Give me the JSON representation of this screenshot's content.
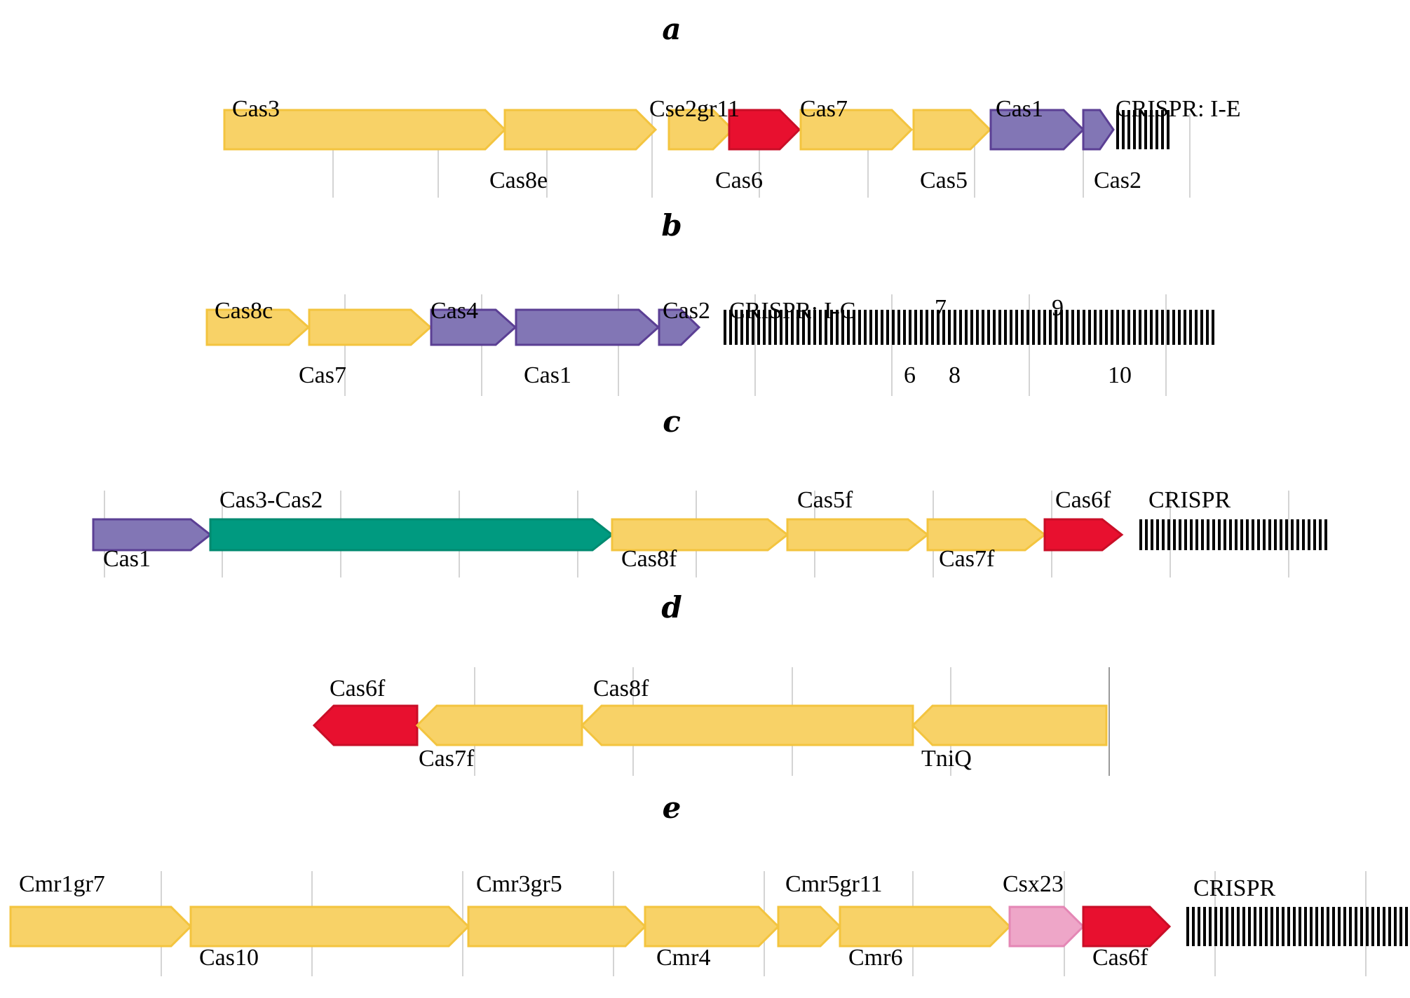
{
  "colors": {
    "yellow_fill": "#f8d267",
    "yellow_stroke": "#f3c43f",
    "purple_fill": "#8276b5",
    "purple_stroke": "#5b3f94",
    "red_fill": "#e8102f",
    "red_stroke": "#c90e27",
    "green_fill": "#009a80",
    "green_stroke": "#008a70",
    "pink_fill": "#eea6c8",
    "pink_stroke": "#e487b5",
    "crispr_bar": "#000000"
  },
  "panels": [
    {
      "letter": "a",
      "genes": [
        {
          "color": "yellow",
          "dir": "right"
        },
        {
          "color": "yellow",
          "dir": "right"
        },
        {
          "color": "yellow",
          "dir": "right"
        },
        {
          "color": "red",
          "dir": "right"
        },
        {
          "color": "yellow",
          "dir": "right"
        },
        {
          "color": "yellow",
          "dir": "right"
        },
        {
          "color": "purple",
          "dir": "right"
        },
        {
          "color": "purple",
          "dir": "right"
        }
      ],
      "labels": [
        "Cas3",
        "Cas8e",
        "Cse2gr11",
        "Cas6",
        "Cas7",
        "Cas5",
        "Cas1",
        "Cas2",
        "CRISPR: I-E"
      ]
    },
    {
      "letter": "b",
      "genes": [
        {
          "color": "yellow",
          "dir": "right"
        },
        {
          "color": "yellow",
          "dir": "right"
        },
        {
          "color": "purple",
          "dir": "right"
        },
        {
          "color": "purple",
          "dir": "right"
        },
        {
          "color": "purple",
          "dir": "right"
        }
      ],
      "labels": [
        "Cas8c",
        "Cas7",
        "Cas4",
        "Cas1",
        "Cas2",
        "CRISPR: I-C",
        "7",
        "9",
        "6",
        "8",
        "10"
      ]
    },
    {
      "letter": "c",
      "genes": [
        {
          "color": "purple",
          "dir": "right"
        },
        {
          "color": "green",
          "dir": "right"
        },
        {
          "color": "yellow",
          "dir": "right"
        },
        {
          "color": "yellow",
          "dir": "right"
        },
        {
          "color": "yellow",
          "dir": "right"
        },
        {
          "color": "red",
          "dir": "right"
        }
      ],
      "labels": [
        "Cas1",
        "Cas3-Cas2",
        "Cas8f",
        "Cas5f",
        "Cas7f",
        "Cas6f",
        "CRISPR"
      ]
    },
    {
      "letter": "d",
      "genes": [
        {
          "color": "red",
          "dir": "left"
        },
        {
          "color": "yellow",
          "dir": "left"
        },
        {
          "color": "yellow",
          "dir": "left"
        },
        {
          "color": "yellow",
          "dir": "left"
        }
      ],
      "labels": [
        "Cas6f",
        "Cas7f",
        "Cas8f",
        "TniQ"
      ]
    },
    {
      "letter": "e",
      "genes": [
        {
          "color": "yellow",
          "dir": "right"
        },
        {
          "color": "yellow",
          "dir": "right"
        },
        {
          "color": "yellow",
          "dir": "right"
        },
        {
          "color": "yellow",
          "dir": "right"
        },
        {
          "color": "yellow",
          "dir": "right"
        },
        {
          "color": "yellow",
          "dir": "right"
        },
        {
          "color": "pink",
          "dir": "right"
        },
        {
          "color": "red",
          "dir": "right"
        }
      ],
      "labels": [
        "Cmr1gr7",
        "Cas10",
        "Cmr3gr5",
        "Cmr4",
        "Cmr5gr11",
        "Cmr6",
        "Csx23",
        "Cas6f",
        "CRISPR"
      ]
    }
  ]
}
